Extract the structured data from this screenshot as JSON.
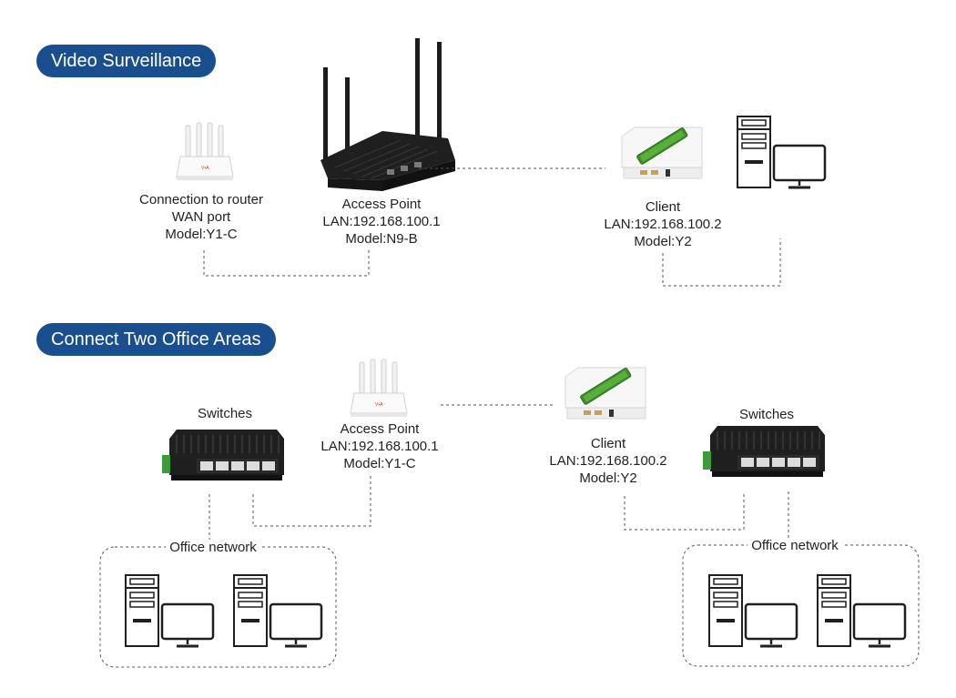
{
  "sections": {
    "video": {
      "title": "Video Surveillance"
    },
    "office": {
      "title": "Connect Two Office Areas"
    }
  },
  "video": {
    "router_label": [
      "Connection to router",
      "WAN port",
      "Model:Y1-C"
    ],
    "access_point_label": [
      "Access Point",
      "LAN:192.168.100.1",
      "Model:N9-B"
    ],
    "client_label": [
      "Client",
      "LAN:192.168.100.2",
      "Model:Y2"
    ]
  },
  "office": {
    "left_switch_label": "Switches",
    "access_point_label": [
      "Access Point",
      "LAN:192.168.100.1",
      "Model:Y1-C"
    ],
    "client_label": [
      "Client",
      "LAN:192.168.100.2",
      "Model:Y2"
    ],
    "right_switch_label": "Switches",
    "left_network_label": "Office network",
    "right_network_label": "Office network"
  },
  "colors": {
    "pill": "#1a4f8f",
    "dash": "#555555",
    "device_dark": "#1b1b1b",
    "screen_green": "#3f8f2a"
  }
}
